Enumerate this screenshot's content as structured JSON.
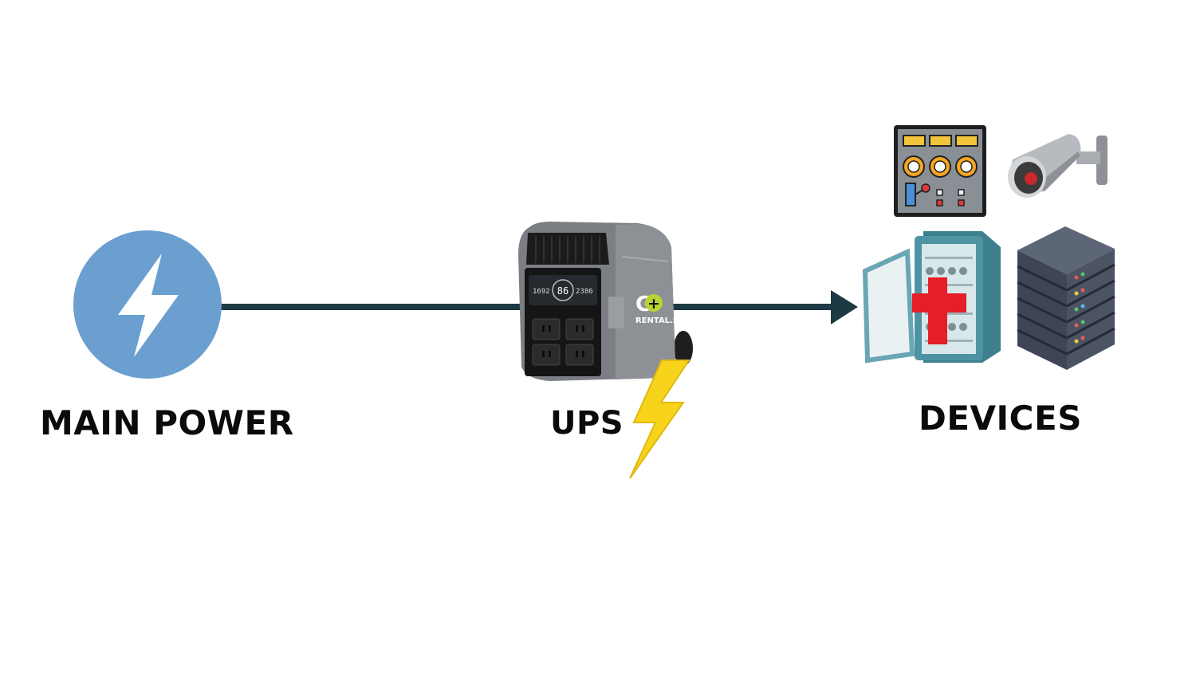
{
  "nodes": {
    "main_power": {
      "label": "MAIN POWER",
      "icon": "lightning-bolt-icon",
      "color": "#6a9fd0"
    },
    "ups": {
      "label": "UPS",
      "icon": "portable-power-station-icon",
      "brand_top": "G+",
      "brand_bottom": "RENTAL.SG",
      "display": {
        "left": "1692",
        "center": "86",
        "right": "2386"
      }
    },
    "devices": {
      "label": "DEVICES",
      "items": [
        "control-panel-icon",
        "security-camera-icon",
        "medical-fridge-icon",
        "server-rack-icon"
      ]
    }
  },
  "colors": {
    "line": "#1d3a44",
    "bolt": "#f7d31c",
    "panel_yellow": "#f3c53c",
    "fridge_teal": "#3e7f8e",
    "cross_red": "#e61e28",
    "server_dark": "#3e4656"
  }
}
